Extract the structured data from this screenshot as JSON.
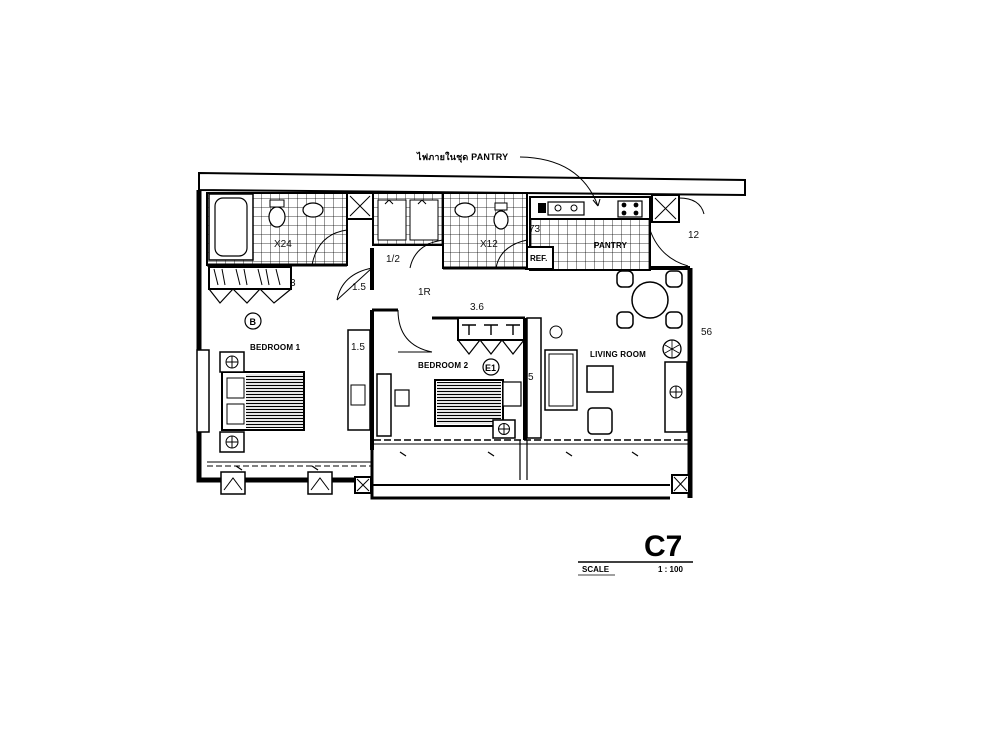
{
  "plan": {
    "unit_code": "C7",
    "scale_label": "SCALE",
    "scale_value": "1 : 100",
    "annotation_thai": "ไฟภายในชุด PANTRY"
  },
  "rooms": {
    "bedroom1": "BEDROOM 1",
    "bedroom2": "BEDROOM 2",
    "living": "LIVING ROOM",
    "pantry": "PANTRY",
    "ref": "REF."
  },
  "tags": {
    "b": "B",
    "e1": "E1"
  },
  "bath_notes": {
    "bath1": "X24",
    "bath2": "X12"
  },
  "handwritten": {
    "h1": "3",
    "h2": "1.5",
    "h3": "1R",
    "h4": "3.6",
    "h5": "1.5",
    "h6": "12",
    "h7": "5",
    "h8": "56",
    "h9": "1/2",
    "h10": "73"
  }
}
